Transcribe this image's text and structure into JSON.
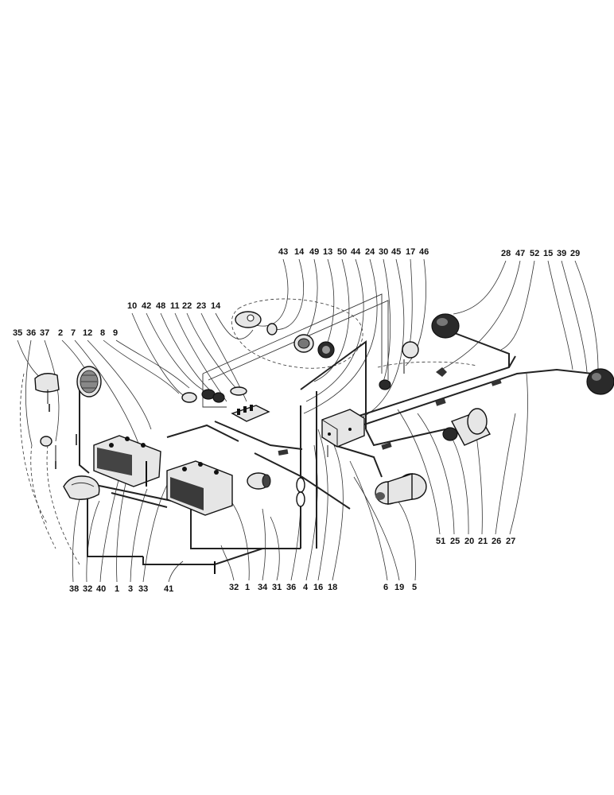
{
  "labels": {
    "top_center": [
      "43",
      "14",
      "49",
      "13",
      "50",
      "44",
      "24",
      "30",
      "45",
      "17",
      "46"
    ],
    "top_right": [
      "28",
      "47",
      "52",
      "15",
      "39",
      "29"
    ],
    "mid_left": [
      "10",
      "42",
      "48",
      "11",
      "22",
      "23",
      "14"
    ],
    "left": [
      "35",
      "36",
      "37",
      "2",
      "7",
      "12",
      "8",
      "9"
    ],
    "bottom_left": [
      "38",
      "32",
      "40",
      "1",
      "3",
      "33",
      "41"
    ],
    "bottom_mid": [
      "32",
      "1",
      "34",
      "31",
      "36",
      "4",
      "16",
      "18"
    ],
    "bottom_right_mid": [
      "6",
      "19",
      "5"
    ],
    "bottom_right": [
      "51",
      "25",
      "20",
      "21",
      "26",
      "27"
    ]
  }
}
